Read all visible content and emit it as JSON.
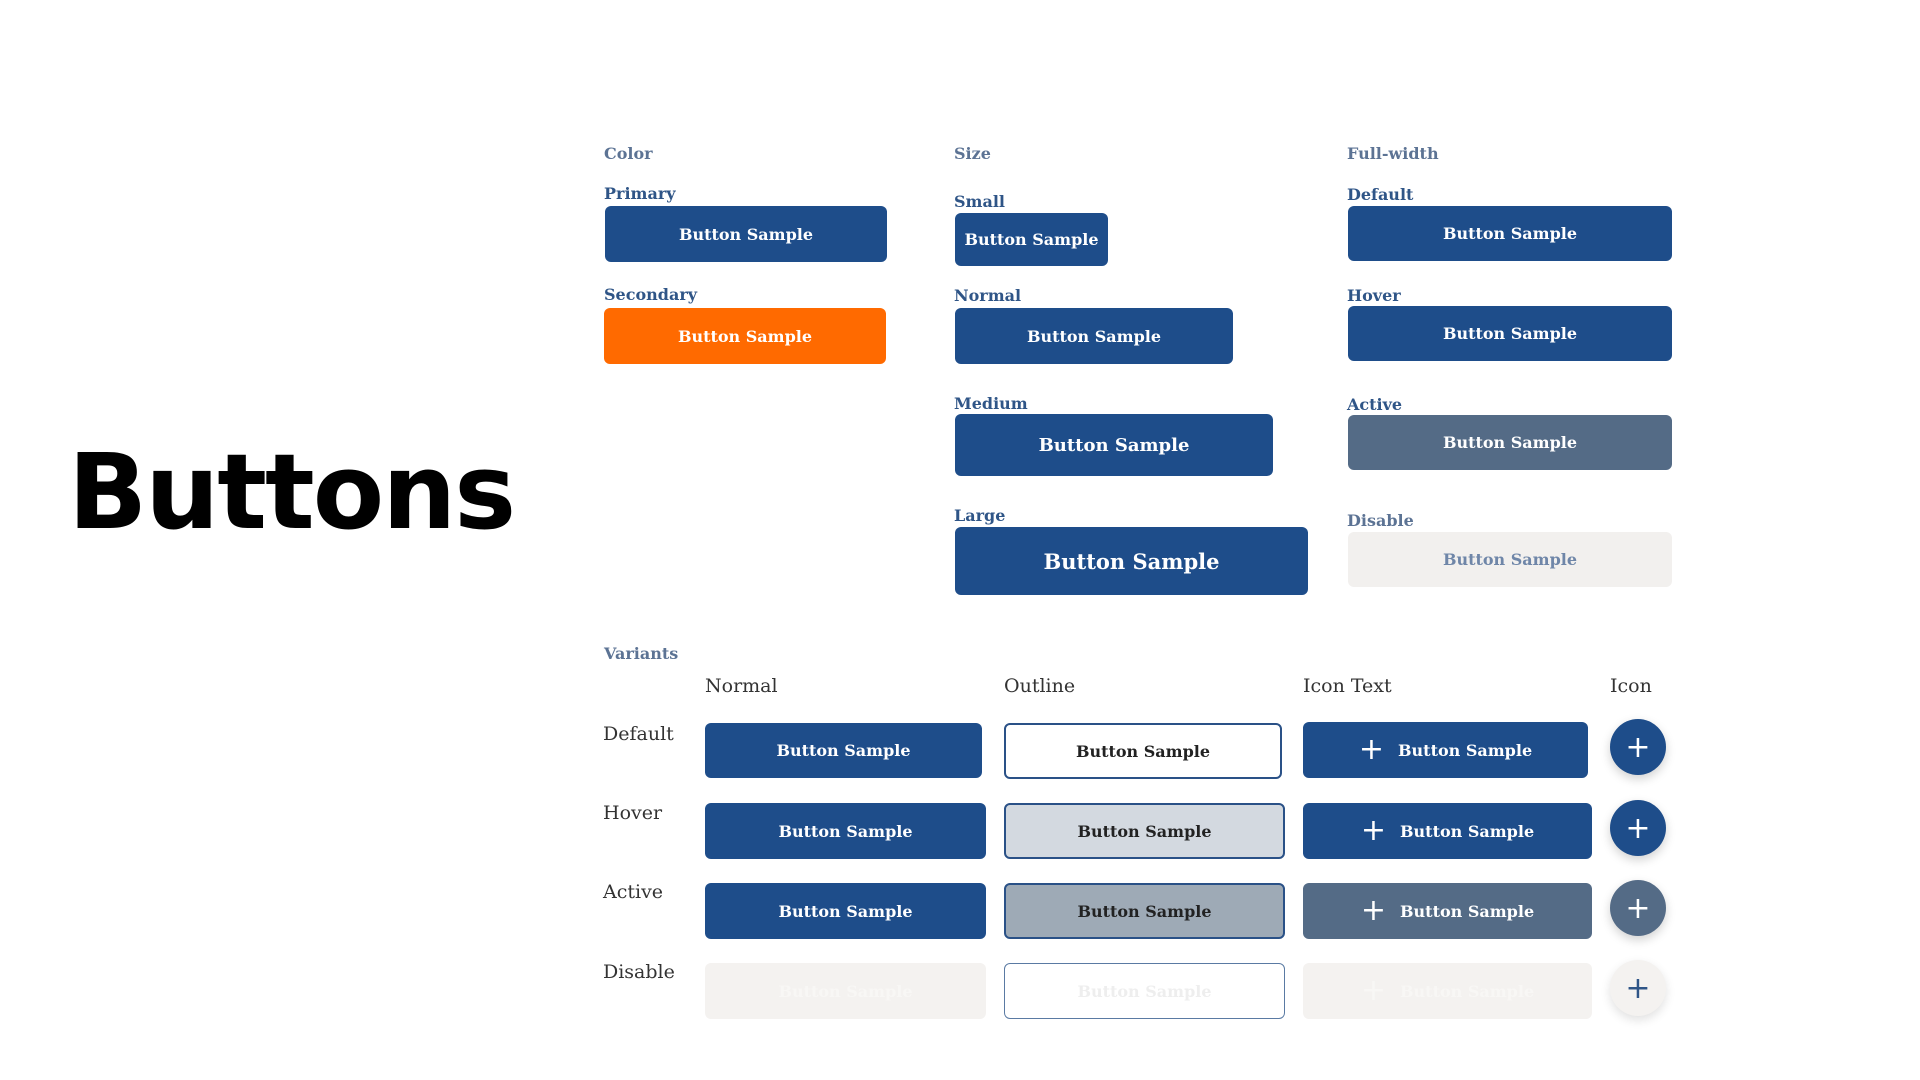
{
  "title": "Buttons",
  "sample": "Button Sample",
  "color": {
    "label": "Color",
    "primary": "Primary",
    "secondary": "Secondary"
  },
  "size": {
    "label": "Size",
    "small": "Small",
    "normal": "Normal",
    "medium": "Medium",
    "large": "Large"
  },
  "fullwidth": {
    "label": "Full-width",
    "default": "Default",
    "hover": "Hover",
    "active": "Active",
    "disable": "Disable"
  },
  "variants": {
    "label": "Variants",
    "columns": [
      "Normal",
      "Outline",
      "Icon Text",
      "Icon"
    ],
    "rows": [
      "Default",
      "Hover",
      "Active",
      "Disable"
    ]
  },
  "icons": {
    "plus": "plus-icon"
  },
  "colors": {
    "primary": "#1e4d8a",
    "secondary": "#ff6a00",
    "active": "#546b86",
    "disabled_bg": "#f2f0ee",
    "label": "#5c7394"
  }
}
